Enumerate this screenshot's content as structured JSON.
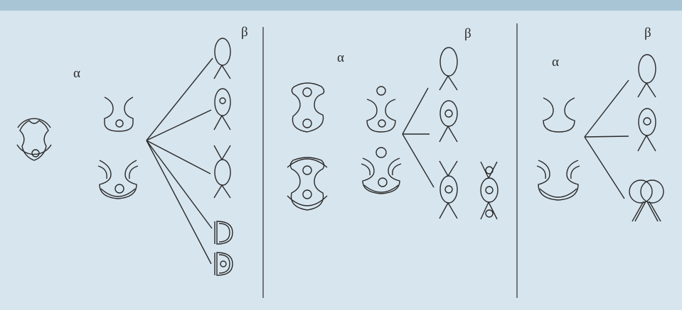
{
  "colors": {
    "background": "#d7e5ee",
    "top_band": "#a8c5d6",
    "line": "#2a2a2a"
  },
  "panels": [
    {
      "alpha": "α",
      "beta": "β"
    },
    {
      "alpha": "α",
      "beta": "β"
    },
    {
      "alpha": "α",
      "beta": "β"
    }
  ]
}
